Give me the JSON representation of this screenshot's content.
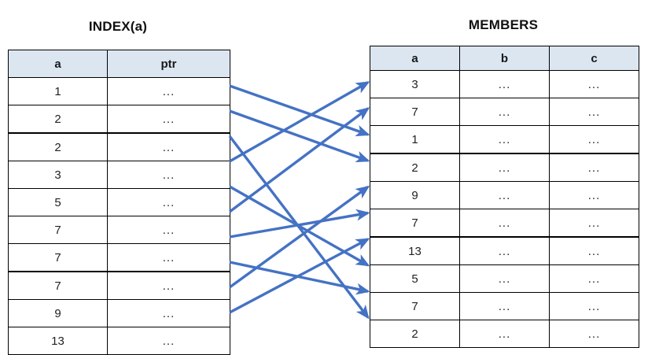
{
  "diagram": {
    "kind": "index-to-table-pointer-diagram",
    "arrow_color": "#4472C4",
    "header_fill": "#DCE6F1",
    "border_color": "#000000"
  },
  "index_table": {
    "title": "INDEX(a)",
    "columns": [
      "a",
      "ptr"
    ],
    "rows": [
      {
        "a": "1",
        "ptr": "..."
      },
      {
        "a": "2",
        "ptr": "..."
      },
      {
        "a": "2",
        "ptr": "..."
      },
      {
        "a": "3",
        "ptr": "..."
      },
      {
        "a": "5",
        "ptr": "..."
      },
      {
        "a": "7",
        "ptr": "..."
      },
      {
        "a": "7",
        "ptr": "..."
      },
      {
        "a": "7",
        "ptr": "..."
      },
      {
        "a": "9",
        "ptr": "..."
      },
      {
        "a": "13",
        "ptr": "..."
      }
    ]
  },
  "members_table": {
    "title": "MEMBERS",
    "columns": [
      "a",
      "b",
      "c"
    ],
    "rows": [
      {
        "a": "3",
        "b": "...",
        "c": "..."
      },
      {
        "a": "7",
        "b": "...",
        "c": "..."
      },
      {
        "a": "1",
        "b": "...",
        "c": "..."
      },
      {
        "a": "2",
        "b": "...",
        "c": "..."
      },
      {
        "a": "9",
        "b": "...",
        "c": "..."
      },
      {
        "a": "7",
        "b": "...",
        "c": "..."
      },
      {
        "a": "13",
        "b": "...",
        "c": "..."
      },
      {
        "a": "5",
        "b": "...",
        "c": "..."
      },
      {
        "a": "7",
        "b": "...",
        "c": "..."
      },
      {
        "a": "2",
        "b": "...",
        "c": "..."
      }
    ]
  },
  "connections": [
    {
      "from_index_row": 0,
      "to_members_row": 2,
      "value": "1"
    },
    {
      "from_index_row": 1,
      "to_members_row": 3,
      "value": "2"
    },
    {
      "from_index_row": 2,
      "to_members_row": 9,
      "value": "2"
    },
    {
      "from_index_row": 3,
      "to_members_row": 0,
      "value": "3"
    },
    {
      "from_index_row": 4,
      "to_members_row": 7,
      "value": "5"
    },
    {
      "from_index_row": 5,
      "to_members_row": 1,
      "value": "7"
    },
    {
      "from_index_row": 6,
      "to_members_row": 5,
      "value": "7"
    },
    {
      "from_index_row": 7,
      "to_members_row": 8,
      "value": "7"
    },
    {
      "from_index_row": 8,
      "to_members_row": 4,
      "value": "9"
    },
    {
      "from_index_row": 9,
      "to_members_row": 6,
      "value": "13"
    }
  ]
}
